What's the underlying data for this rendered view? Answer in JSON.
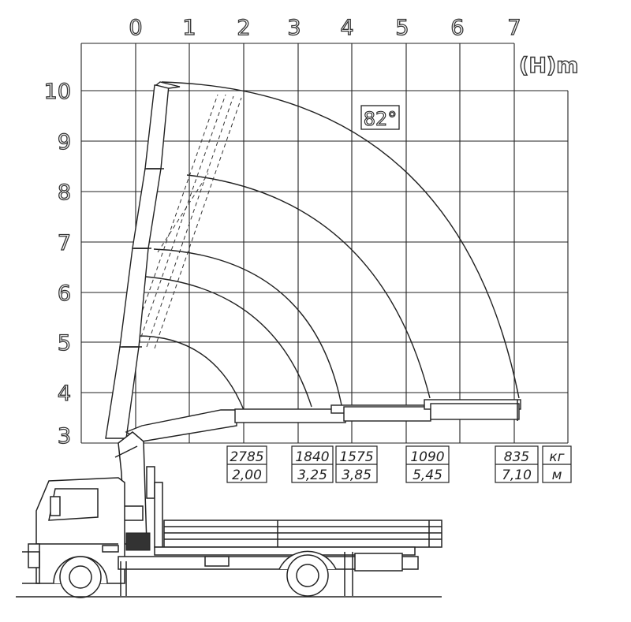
{
  "x_axis": {
    "ticks": [
      "0",
      "1",
      "2",
      "3",
      "4",
      "5",
      "6",
      "7"
    ]
  },
  "y_axis": {
    "ticks": [
      "10",
      "9",
      "8",
      "7",
      "6",
      "5",
      "4",
      "3"
    ],
    "unit_label": "(H)m"
  },
  "angle_label": "82°",
  "load_table": {
    "columns": [
      {
        "load": "2785",
        "reach": "2,00"
      },
      {
        "load": "1840",
        "reach": "3,25"
      },
      {
        "load": "1575",
        "reach": "3,85"
      },
      {
        "load": "1090",
        "reach": "5,45"
      },
      {
        "load": "835",
        "reach": "7,10"
      }
    ],
    "units": {
      "load": "кг",
      "reach": "м"
    }
  }
}
